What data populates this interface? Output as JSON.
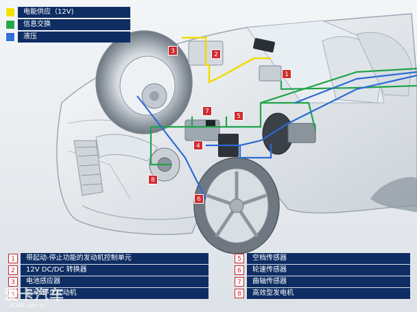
{
  "legend_top": [
    {
      "label": "电能供应（12V)",
      "color": "#f2e200"
    },
    {
      "label": "信息交换",
      "color": "#25a84b"
    },
    {
      "label": "液压",
      "color": "#2f6fd6"
    }
  ],
  "badges": [
    "1",
    "2",
    "3",
    "4",
    "5",
    "6",
    "7",
    "8"
  ],
  "components": [
    {
      "num": "1",
      "label": "带起动-停止功能的发动机控制单元"
    },
    {
      "num": "2",
      "label": "12V DC/DC 转换器"
    },
    {
      "num": "3",
      "label": "电池感应器"
    },
    {
      "num": "4",
      "label": "起动-停止起动机"
    },
    {
      "num": "5",
      "label": "空档传感器"
    },
    {
      "num": "6",
      "label": "轮速传感器"
    },
    {
      "num": "7",
      "label": "曲轴传感器"
    },
    {
      "num": "8",
      "label": "高效型发电机"
    }
  ],
  "watermark": {
    "text": "爱卡汽车",
    "url": "XCAR.com.cn"
  }
}
